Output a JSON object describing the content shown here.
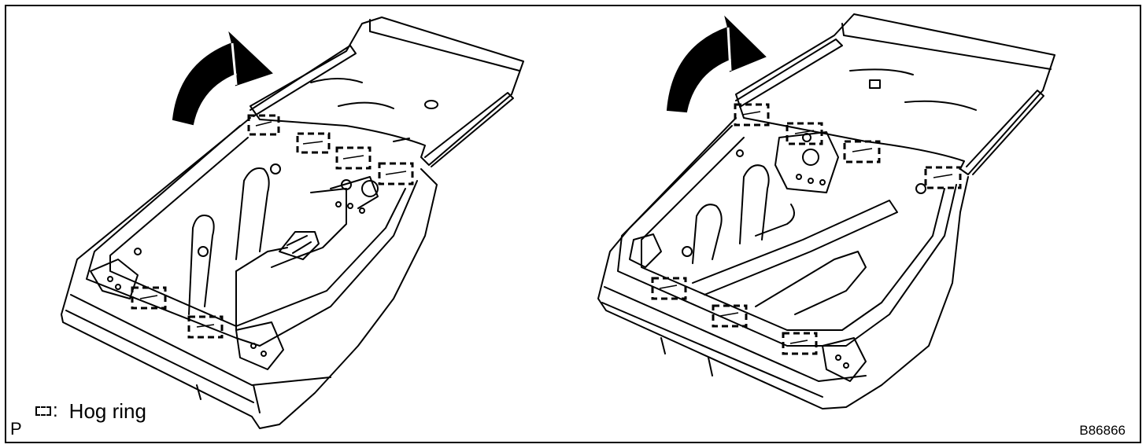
{
  "legend": {
    "symbol": "hog-ring-symbol",
    "colon": ":",
    "label": "Hog ring"
  },
  "corner_letter": "P",
  "figure_code": "B86866",
  "icons": {
    "arrow": "curved-arrow-icon",
    "marker": "hog-ring-marker-icon"
  },
  "colors": {
    "ink": "#000000",
    "paper": "#ffffff"
  }
}
